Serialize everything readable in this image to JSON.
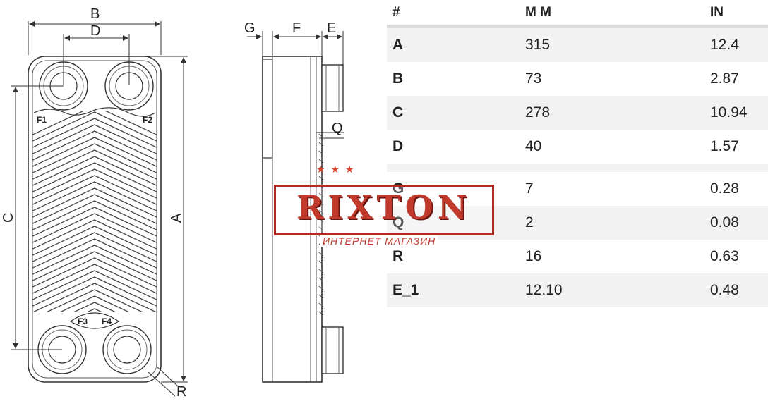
{
  "diagram": {
    "dimension_labels": {
      "A": "A",
      "B": "B",
      "C": "C",
      "D": "D",
      "E": "E",
      "F": "F",
      "G": "G",
      "Q": "Q",
      "R": "R"
    },
    "port_labels": {
      "F1": "F1",
      "F2": "F2",
      "F3": "F3",
      "F4": "F4"
    }
  },
  "table": {
    "headers": {
      "col1": "#",
      "col2": "M M",
      "col3": "IN"
    },
    "rows": [
      {
        "name": "A",
        "mm": "315",
        "in": "12.4"
      },
      {
        "name": "B",
        "mm": "73",
        "in": "2.87"
      },
      {
        "name": "C",
        "mm": "278",
        "in": "10.94"
      },
      {
        "name": "D",
        "mm": "40",
        "in": "1.57"
      },
      {
        "name": "G",
        "mm": "7",
        "in": "0.28"
      },
      {
        "name": "Q",
        "mm": "2",
        "in": "0.08"
      },
      {
        "name": "R",
        "mm": "16",
        "in": "0.63"
      },
      {
        "name": "E_1",
        "mm": "12.10",
        "in": "0.48"
      }
    ]
  },
  "watermark": {
    "brand": "RIXTON",
    "subtitle": "ИНТЕРНЕТ МАГАЗИН",
    "stars": "★ ★ ★"
  },
  "colors": {
    "line": "#333333",
    "watermark": "#c0392b",
    "row_shade": "#f2f2f2"
  }
}
